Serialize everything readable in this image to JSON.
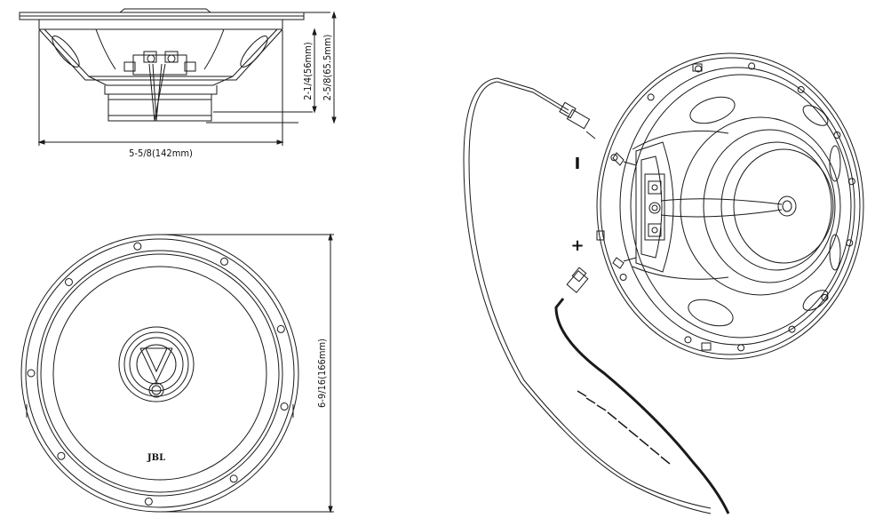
{
  "dimensions": {
    "width": "5-5/8(142mm)",
    "depth_motor": "2-1/4(56mm)",
    "depth_total": "2-5/8(65.5mm)",
    "diameter": "6-9/16(166mm)"
  },
  "logo": "JBL",
  "polarity": {
    "negative": "I",
    "positive": "+"
  },
  "colors": {
    "line": "#1a1a1a",
    "background": "#ffffff"
  }
}
